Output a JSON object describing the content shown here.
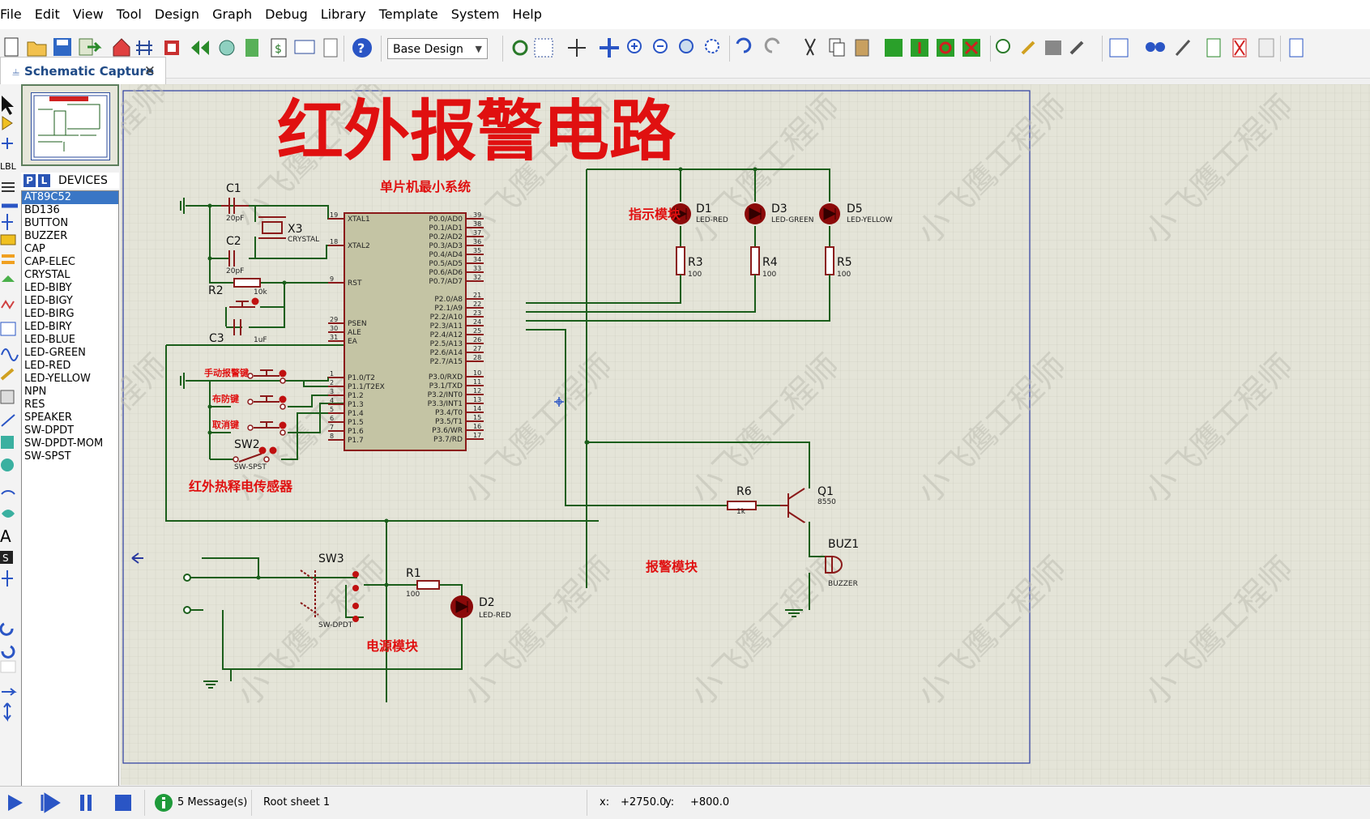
{
  "menu": [
    "File",
    "Edit",
    "View",
    "Tool",
    "Design",
    "Graph",
    "Debug",
    "Library",
    "Template",
    "System",
    "Help"
  ],
  "toolbar": {
    "layer_select": "Base Design",
    "help_glyph": "?"
  },
  "tab": {
    "label": "Schematic Capture",
    "icon": "schematic-icon",
    "close_glyph": "✕"
  },
  "devices": {
    "p_button": "P",
    "l_button": "L",
    "title": "DEVICES",
    "items": [
      "AT89C52",
      "BD136",
      "BUTTON",
      "BUZZER",
      "CAP",
      "CAP-ELEC",
      "CRYSTAL",
      "LED-BIBY",
      "LED-BIGY",
      "LED-BIRG",
      "LED-BIRY",
      "LED-BLUE",
      "LED-GREEN",
      "LED-RED",
      "LED-YELLOW",
      "NPN",
      "RES",
      "SPEAKER",
      "SW-DPDT",
      "SW-DPDT-MOM",
      "SW-SPST"
    ],
    "selected": "AT89C52"
  },
  "left_strip_marks": [
    "A",
    "S",
    "LBL"
  ],
  "schematic": {
    "title": "红外报警电路",
    "watermark": "小飞鹰工程师",
    "section_mcu": "单片机最小系统",
    "section_indicator": "指示模块",
    "section_sensor": "红外热释电传感器",
    "section_alarm": "报警模块",
    "section_power": "电源模块",
    "btn_manual": "手动报警键",
    "btn_arm": "布防键",
    "btn_cancel": "取消键",
    "c1": {
      "ref": "C1",
      "val": "20pF"
    },
    "c2": {
      "ref": "C2",
      "val": "20pF"
    },
    "c3": {
      "ref": "C3",
      "val": "1uF"
    },
    "x3": {
      "ref": "X3",
      "val": "CRYSTAL"
    },
    "r2": {
      "ref": "R2",
      "val": "10k"
    },
    "sw2": {
      "ref": "SW2",
      "val": "SW-SPST"
    },
    "sw3": {
      "ref": "SW3",
      "val": "SW-DPDT"
    },
    "r1": {
      "ref": "R1",
      "val": "100"
    },
    "d2": {
      "ref": "D2",
      "val": "LED-RED"
    },
    "d1": {
      "ref": "D1",
      "val": "LED-RED"
    },
    "d3": {
      "ref": "D3",
      "val": "LED-GREEN"
    },
    "d5": {
      "ref": "D5",
      "val": "LED-YELLOW"
    },
    "r3": {
      "ref": "R3",
      "val": "100"
    },
    "r4": {
      "ref": "R4",
      "val": "100"
    },
    "r5": {
      "ref": "R5",
      "val": "100"
    },
    "r6": {
      "ref": "R6",
      "val": "1k"
    },
    "q1": {
      "ref": "Q1",
      "val": "8550"
    },
    "buz1": {
      "ref": "BUZ1",
      "val": "BUZZER"
    },
    "ic": {
      "left_pins": [
        {
          "num": "19",
          "name": "XTAL1"
        },
        {
          "num": "18",
          "name": "XTAL2"
        },
        {
          "num": "9",
          "name": "RST"
        },
        {
          "num": "29",
          "name": "PSEN"
        },
        {
          "num": "30",
          "name": "ALE"
        },
        {
          "num": "31",
          "name": "EA"
        },
        {
          "num": "1",
          "name": "P1.0/T2"
        },
        {
          "num": "2",
          "name": "P1.1/T2EX"
        },
        {
          "num": "3",
          "name": "P1.2"
        },
        {
          "num": "4",
          "name": "P1.3"
        },
        {
          "num": "5",
          "name": "P1.4"
        },
        {
          "num": "6",
          "name": "P1.5"
        },
        {
          "num": "7",
          "name": "P1.6"
        },
        {
          "num": "8",
          "name": "P1.7"
        }
      ],
      "right_pins": [
        {
          "num": "39",
          "name": "P0.0/AD0"
        },
        {
          "num": "38",
          "name": "P0.1/AD1"
        },
        {
          "num": "37",
          "name": "P0.2/AD2"
        },
        {
          "num": "36",
          "name": "P0.3/AD3"
        },
        {
          "num": "35",
          "name": "P0.4/AD4"
        },
        {
          "num": "34",
          "name": "P0.5/AD5"
        },
        {
          "num": "33",
          "name": "P0.6/AD6"
        },
        {
          "num": "32",
          "name": "P0.7/AD7"
        },
        {
          "num": "21",
          "name": "P2.0/A8"
        },
        {
          "num": "22",
          "name": "P2.1/A9"
        },
        {
          "num": "23",
          "name": "P2.2/A10"
        },
        {
          "num": "24",
          "name": "P2.3/A11"
        },
        {
          "num": "25",
          "name": "P2.4/A12"
        },
        {
          "num": "26",
          "name": "P2.5/A13"
        },
        {
          "num": "27",
          "name": "P2.6/A14"
        },
        {
          "num": "28",
          "name": "P2.7/A15"
        },
        {
          "num": "10",
          "name": "P3.0/RXD"
        },
        {
          "num": "11",
          "name": "P3.1/TXD"
        },
        {
          "num": "12",
          "name": "P3.2/INT0"
        },
        {
          "num": "13",
          "name": "P3.3/INT1"
        },
        {
          "num": "14",
          "name": "P3.4/T0"
        },
        {
          "num": "15",
          "name": "P3.5/T1"
        },
        {
          "num": "16",
          "name": "P3.6/WR"
        },
        {
          "num": "17",
          "name": "P3.7/RD"
        }
      ]
    }
  },
  "status": {
    "messages": "5 Message(s)",
    "sheet": "Root sheet 1",
    "x_label": "x:",
    "x_value": "+2750.0",
    "y_label": "y:",
    "y_value": "+800.0"
  },
  "colors": {
    "wire": "#1b5e1b",
    "part": "#8b1a1a",
    "annotation_red": "#e01010",
    "sheet_border": "#2a3aa0",
    "canvas_bg": "#e4e4d8"
  }
}
